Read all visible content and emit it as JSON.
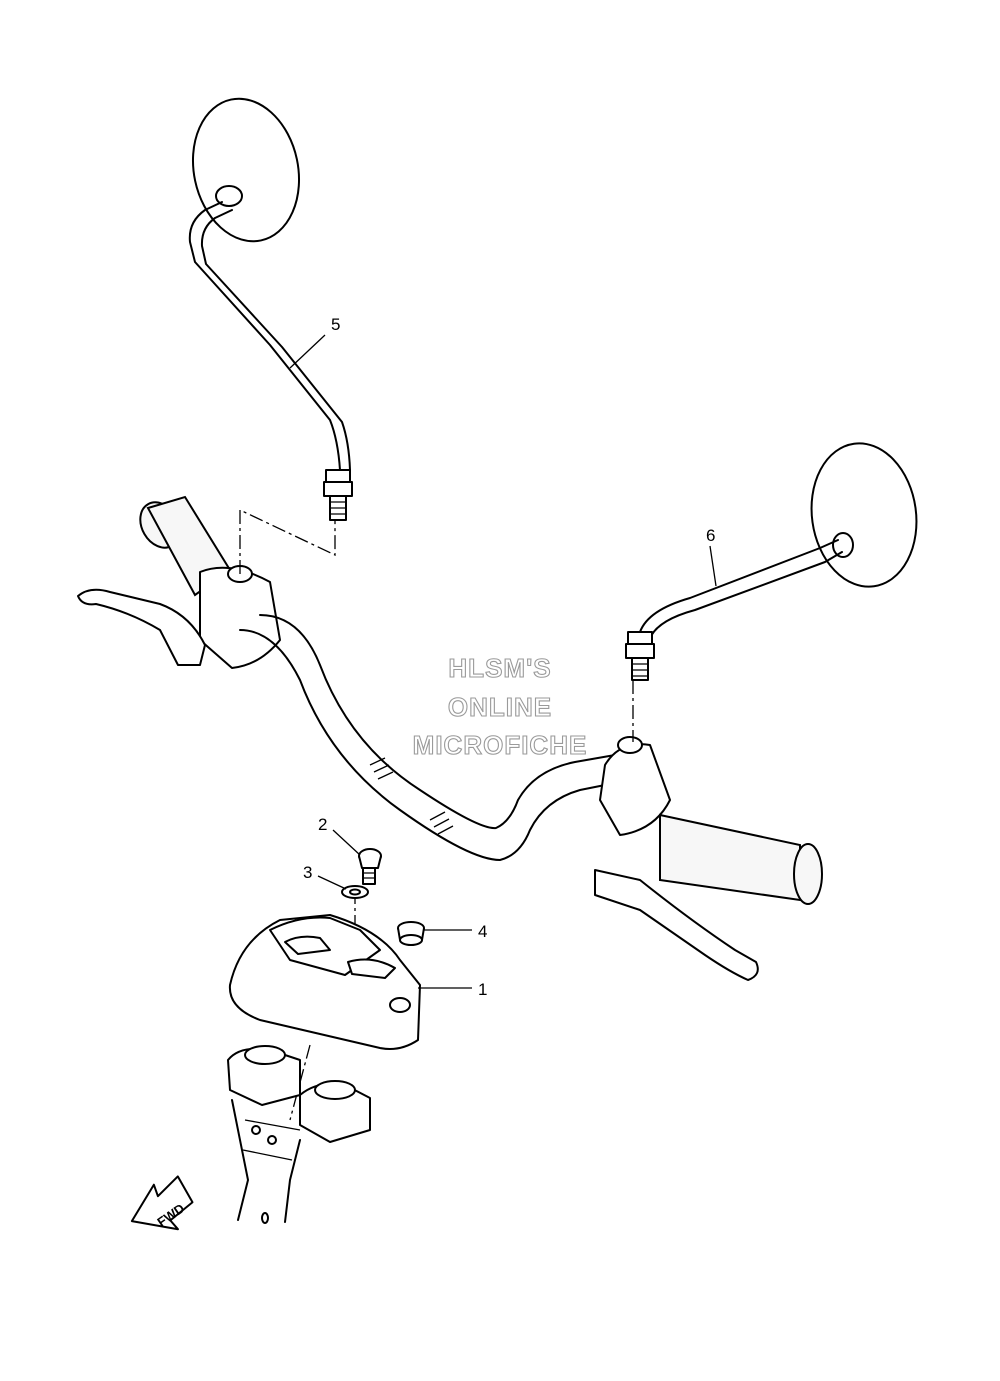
{
  "watermark": {
    "line1": "HLSM'S",
    "line2": "ONLINE",
    "line3": "MICROFICHE"
  },
  "callouts": {
    "c1": "1",
    "c2": "2",
    "c3": "3",
    "c4": "4",
    "c5": "5",
    "c6": "6"
  },
  "forward_arrow": {
    "label": "FWD"
  },
  "colors": {
    "line": "#000000",
    "background": "#ffffff",
    "watermark_outline": "#9a9a9a"
  }
}
